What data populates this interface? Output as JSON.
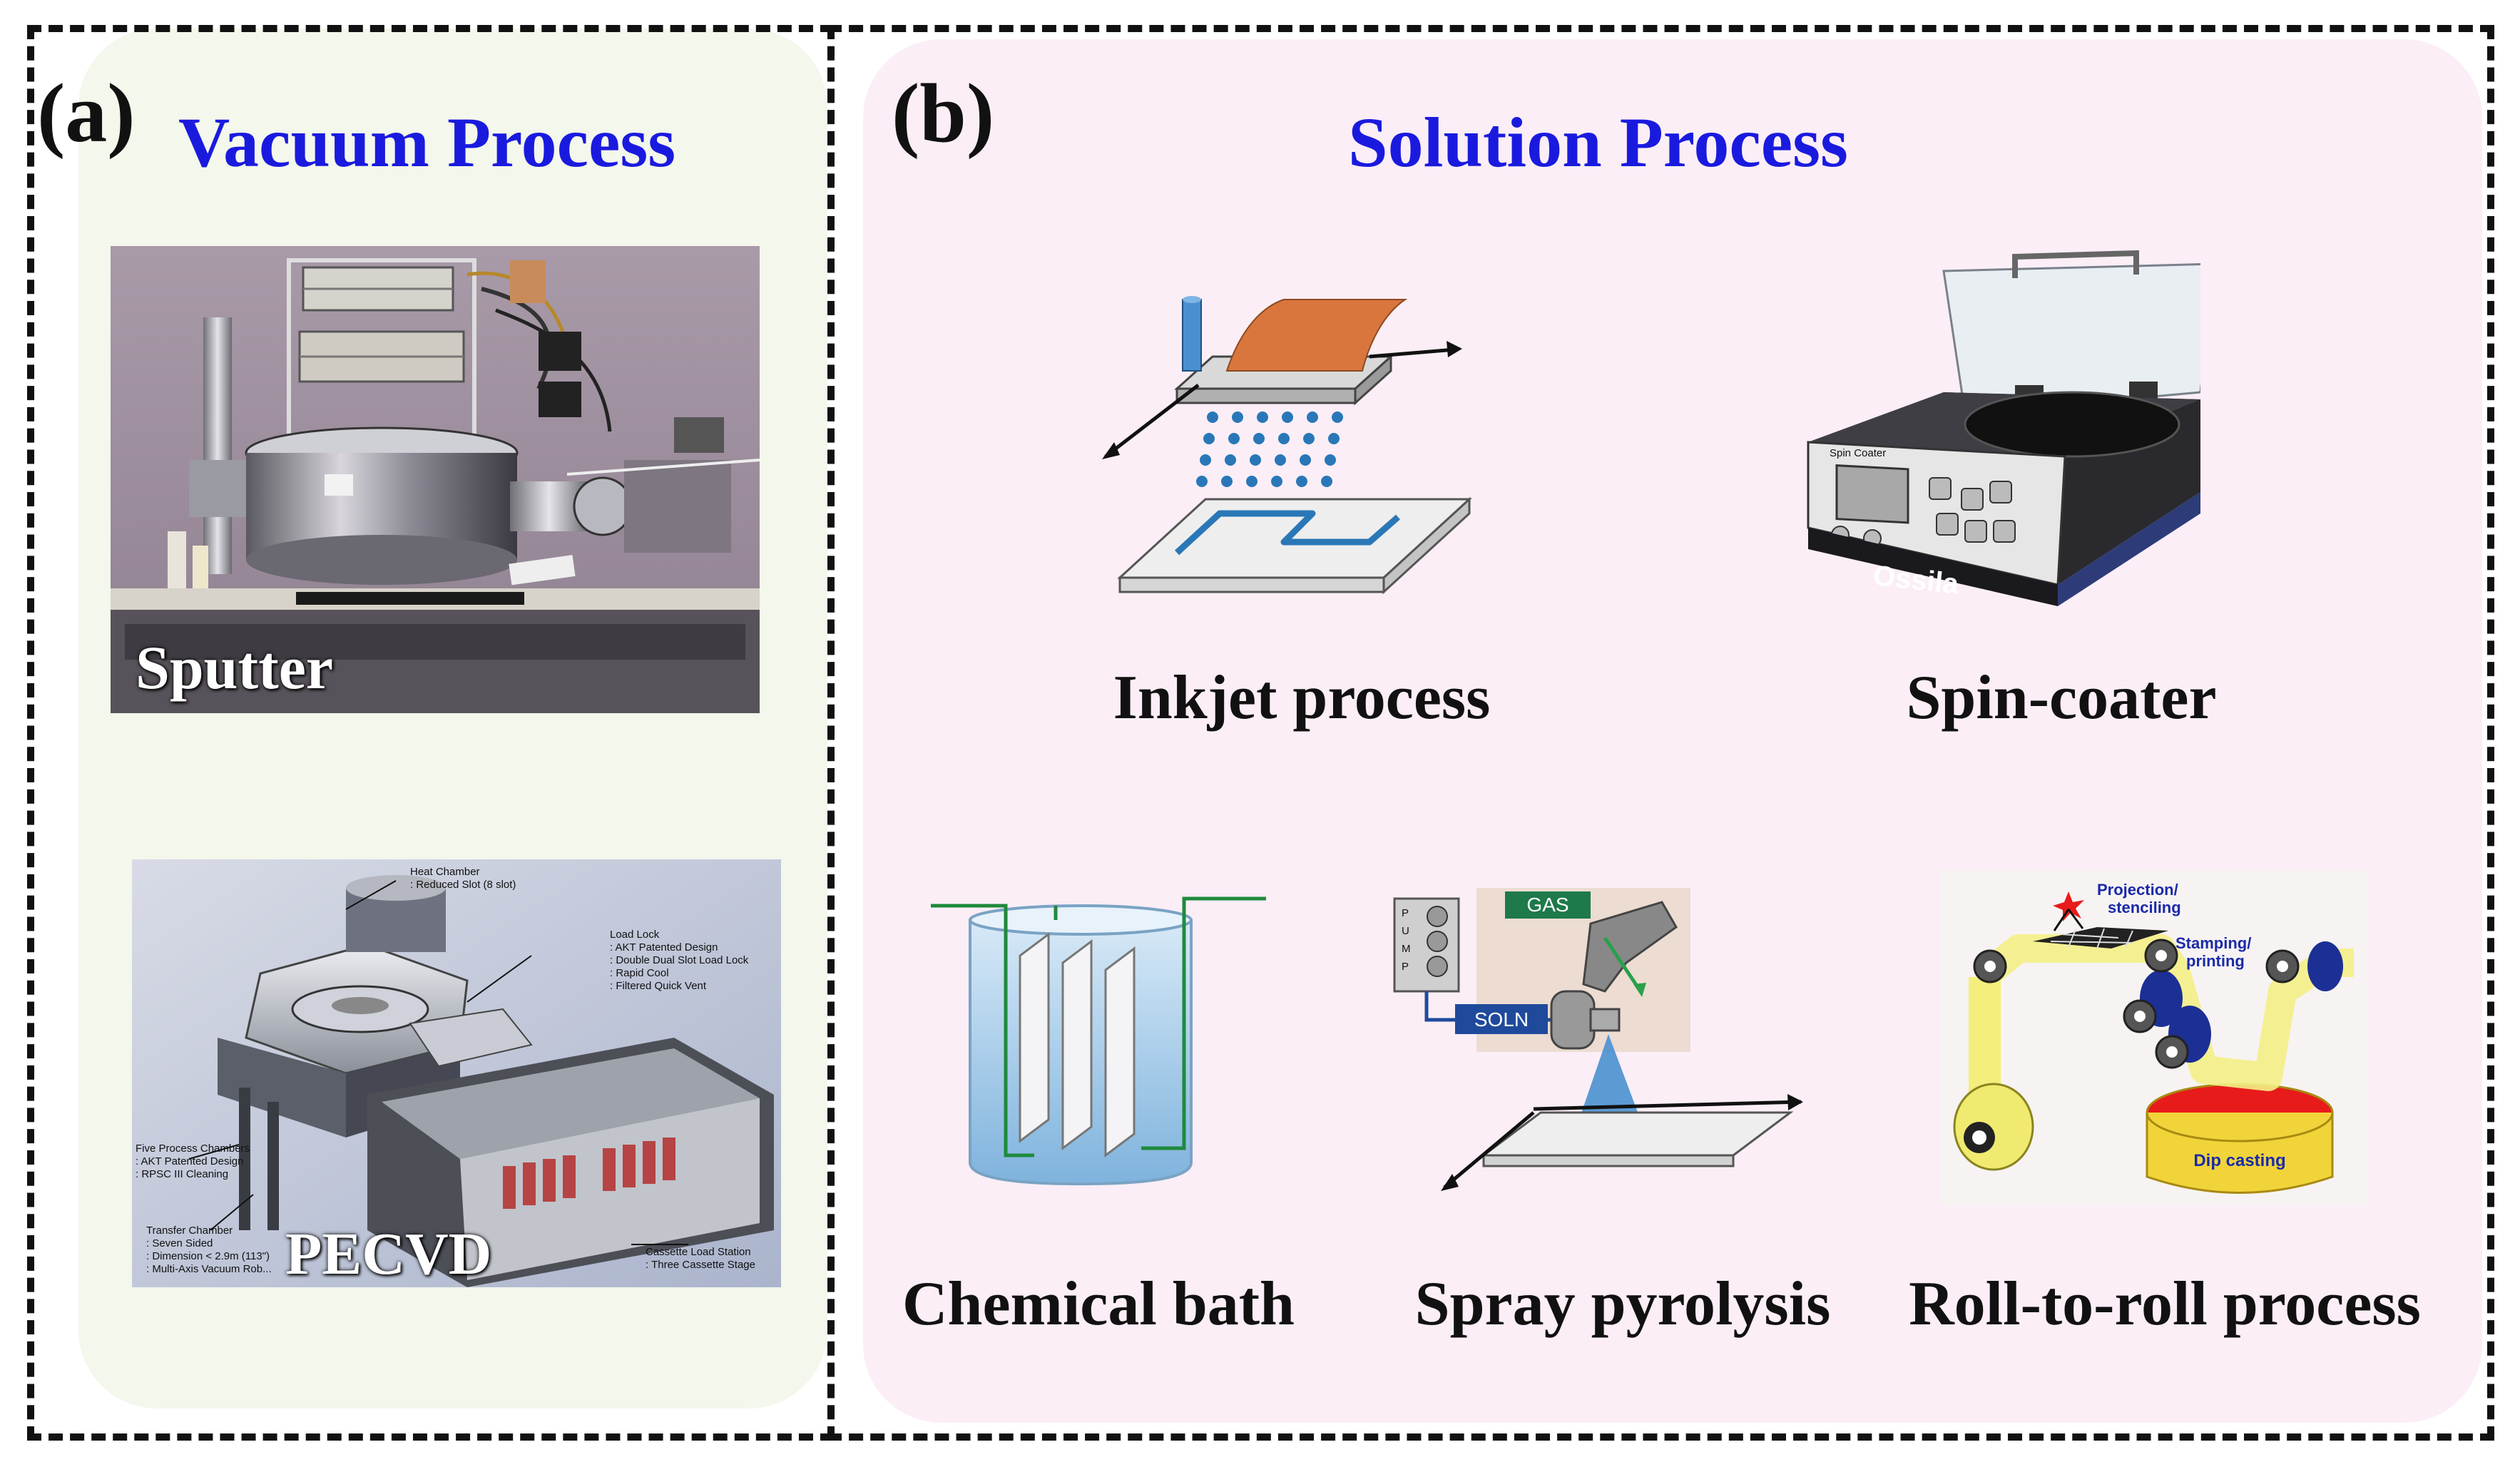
{
  "panel_a": {
    "label": "(a)",
    "title": "Vacuum Process",
    "sputter_caption": "Sputter",
    "pecvd_caption": "PECVD",
    "pecvd_annotations": {
      "heat_chamber": "Heat Chamber",
      "heat_chamber_detail": ": Reduced Slot (8 slot)",
      "load_lock": "Load Lock",
      "load_lock_1": ": AKT Patented Design",
      "load_lock_2": ": Double Dual Slot Load Lock",
      "load_lock_3": ": Rapid Cool",
      "load_lock_4": ": Filtered Quick Vent",
      "five_process": "Five Process Chambers",
      "five_process_1": ": AKT Patented Design",
      "five_process_2": ": RPSC III Cleaning",
      "transfer": "Transfer Chamber",
      "transfer_1": ": Seven Sided",
      "transfer_2": ": Dimension < 2.9m (113\")",
      "transfer_3": ": Multi-Axis Vacuum Rob...",
      "cassette": "Cassette Load Station",
      "cassette_1": ": Three Cassette Stage"
    }
  },
  "panel_b": {
    "label": "(b)",
    "title": "Solution Process",
    "inkjet_caption": "Inkjet process",
    "spincoater_caption": "Spin-coater",
    "spincoater_brand": "Ossila",
    "spincoater_screen_label": "Spin Coater",
    "chembath_caption": "Chemical bath",
    "spray_caption": "Spray pyrolysis",
    "spray_gas": "GAS",
    "spray_soln": "SOLN",
    "spray_pump": [
      "P",
      "U",
      "M",
      "P"
    ],
    "r2r_caption": "Roll-to-roll process",
    "r2r_projection": "Projection/ stenciling",
    "r2r_projection_1": "Projection/",
    "r2r_projection_2": "stenciling",
    "r2r_stamping_1": "Stamping/",
    "r2r_stamping_2": "printing",
    "r2r_dip": "Dip casting"
  },
  "colors": {
    "title_blue": "#1a1adf",
    "panel_a_bg": "#f3f7ec",
    "panel_b_bg": "#fbeef6",
    "droplet_blue": "#2a77b8",
    "substrate_orange": "#d9763e"
  }
}
